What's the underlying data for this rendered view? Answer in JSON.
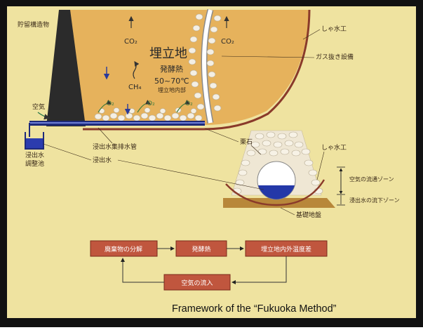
{
  "labels": {
    "storage_structure": "貯留構造物",
    "landfill": "埋立地",
    "fermentation_heat": "発酵熱",
    "temp_range": "50~70℃",
    "interior": "埋立地内部",
    "co2": "CO₂",
    "ch4": "CH₄",
    "o2": "O₂",
    "liner": "しゃ水工",
    "gas_vent": "ガス抜き設備",
    "air": "空気",
    "leachate_pond_1": "浸出水",
    "leachate_pond_2": "調整池",
    "drain_pipe": "浸出水集排水管",
    "leachate": "浸出水",
    "gravel": "栗石",
    "liner2": "しゃ水工",
    "air_zone": "空気の流通ゾーン",
    "leach_zone": "浸出水の流下ゾーン",
    "foundation": "基礎地盤"
  },
  "flow": {
    "step1": "廃棄物の分解",
    "step2": "発酵熱",
    "step3": "埋立地内外温度差",
    "step4": "空気の流入"
  },
  "caption": "Framework of the “Fukuoka Method”",
  "colors": {
    "background": "#efe3a0",
    "landfill_fill": "#e6b25c",
    "wall": "#2b2b2b",
    "pipe": "#1e2a7a",
    "flow_box": "#c0563e",
    "liner": "#8a3a2a"
  }
}
